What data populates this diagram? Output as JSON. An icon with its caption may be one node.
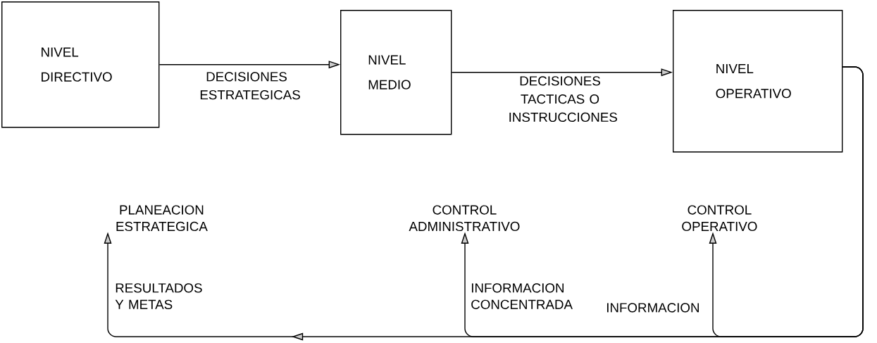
{
  "diagram": {
    "nodes": [
      {
        "text": [
          "NIVEL DIRECTIVO"
        ]
      },
      {
        "text": [
          "NIVEL MEDIO"
        ]
      },
      {
        "text": [
          "NIVEL OPERATIVO"
        ]
      },
      {
        "text": [
          "PLANEACION ESTRATEGICA"
        ]
      },
      {
        "text": [
          "CONTROL ADMINISTRATIVO"
        ]
      },
      {
        "text": [
          "CONTROL OPERATIVO"
        ]
      }
    ],
    "edges": [
      {
        "from": 0,
        "to": 1,
        "arrow": "to",
        "label": "DECISIONES ESTRATEGICAS"
      },
      {
        "from": 1,
        "to": 2,
        "arrow": "to",
        "label": "DECISIONES TACTICAS O INSTRUCCIONES"
      },
      {
        "from": 2,
        "to": 5,
        "arrow": "to",
        "label": "INFORMACION"
      },
      {
        "from": 2,
        "to": 4,
        "arrow": "to",
        "label": "INFORMACION CONCENTRADA"
      },
      {
        "from": 2,
        "to": 3,
        "arrow": "to",
        "label": "RESULTADOS Y METAS"
      }
    ]
  }
}
